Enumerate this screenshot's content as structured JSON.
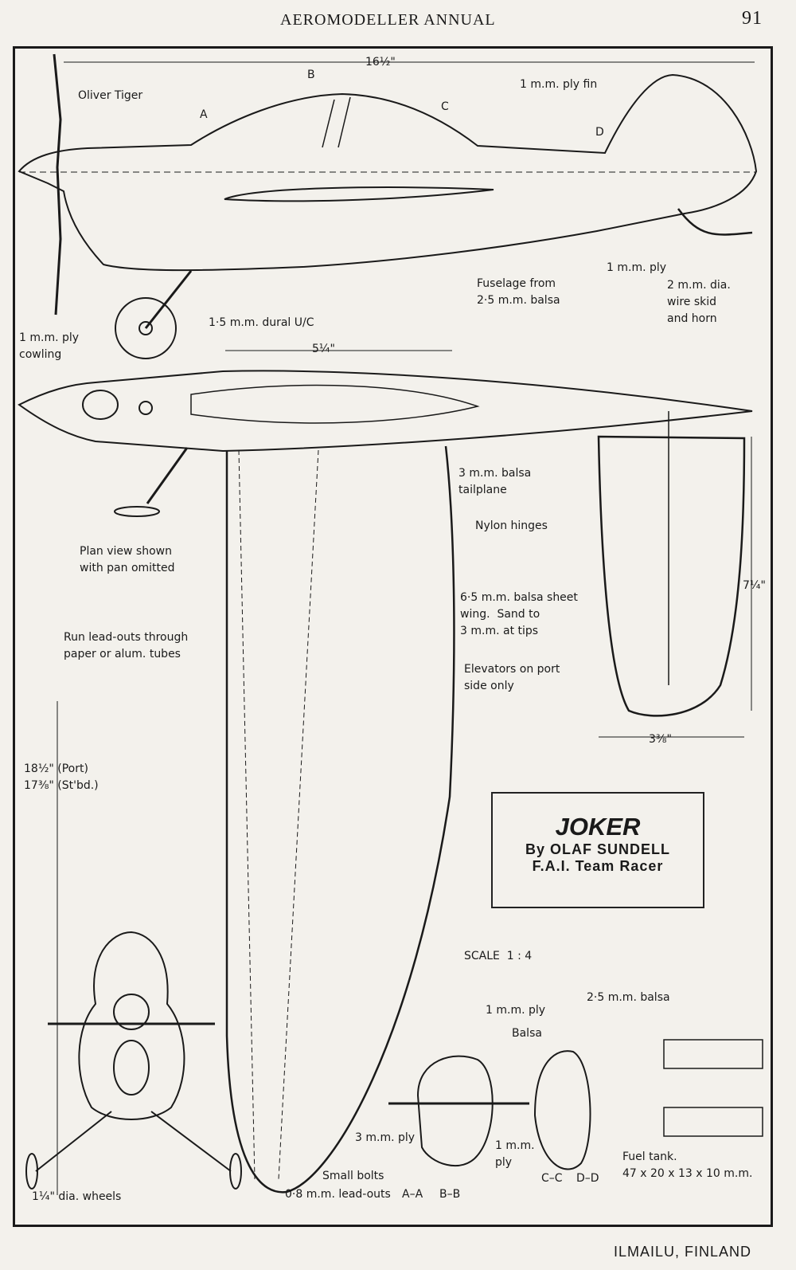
{
  "header": {
    "title": "AEROMODELLER ANNUAL",
    "page_number": "91"
  },
  "title_box": {
    "name": "JOKER",
    "author": "By OLAF SUNDELL",
    "class": "F.A.I. Team Racer"
  },
  "dimensions": {
    "length": "16½\"",
    "wing_center": "5¼\"",
    "tail_span": "7¼\"",
    "tail_chord": "3⅜\"",
    "wingspan_port": "18½\" (Port)",
    "wingspan_stbd": "17⅜\" (St'bd.)"
  },
  "labels": {
    "engine": "Oliver Tiger",
    "fin": "1 m.m. ply fin",
    "ply_1mm": "1 m.m. ply",
    "fuselage": "Fuselage from\n2·5 m.m. balsa",
    "skid": "2 m.m. dia.\nwire skid\nand horn",
    "uc": "1·5 m.m. dural U/C",
    "cowling": "1 m.m. ply\ncowling",
    "tailplane": "3 m.m. balsa\ntailplane",
    "hinges": "Nylon hinges",
    "plan_note": "Plan view shown\nwith pan omitted",
    "wing": "6·5 m.m. balsa sheet\nwing.  Sand to\n3 m.m. at tips",
    "leadouts_tubes": "Run lead-outs through\npaper or alum. tubes",
    "elevators": "Elevators on port\nside only",
    "scale": "SCALE  1 : 4",
    "ply_cs": "1 m.m. ply",
    "balsa_cs": "2·5 m.m. balsa",
    "balsa": "Balsa",
    "ply_3mm": "3 m.m. ply",
    "ply_1mm_b": "1 m.m.\nply",
    "bolts": "Small bolts",
    "leadouts": "0·8 m.m. lead-outs",
    "wheels": "1¼\" dia. wheels",
    "tank": "Fuel tank.\n47 x 20 x 13 x 10 m.m.",
    "sec_a": "A",
    "sec_b": "B",
    "sec_c": "C",
    "sec_d": "D",
    "sec_aa": "A–A",
    "sec_bb": "B–B",
    "sec_cc": "C–C",
    "sec_dd": "D–D"
  },
  "footer": "ILMAILU, FINLAND"
}
